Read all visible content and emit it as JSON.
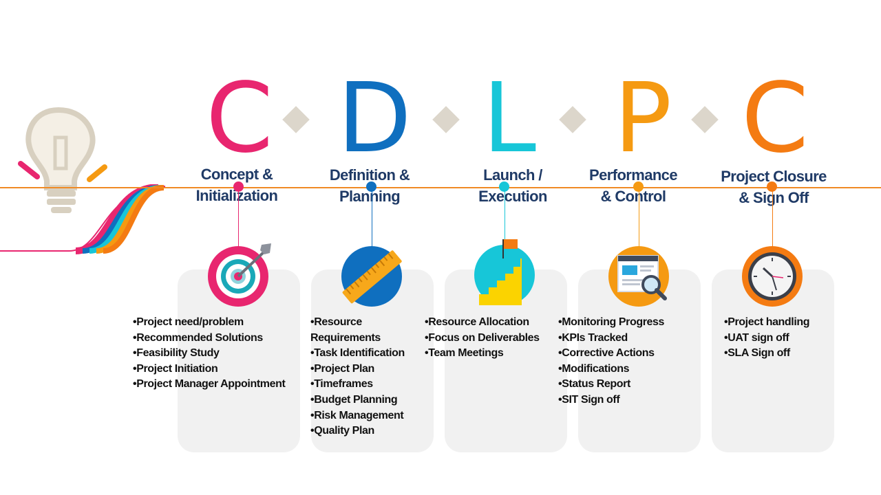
{
  "colors": {
    "magenta": "#e8266f",
    "blue": "#0f6fbf",
    "cyan": "#17c6d8",
    "orange": "#f59a12",
    "dark_orange": "#f47b12",
    "title_navy": "#1f3a66",
    "timeline": "#f08a24",
    "card_bg": "#f1f1f1",
    "diamond": "#dcd6cb"
  },
  "phases": [
    {
      "letter": "C",
      "title_line1": "Concept &",
      "title_line2": "Initialization",
      "icon": "target-icon",
      "bullets": [
        "•Project need/problem",
        "•Recommended Solutions",
        "•Feasibility Study",
        "•Project Initiation",
        "•Project Manager Appointment"
      ]
    },
    {
      "letter": "D",
      "title_line1": "Definition &",
      "title_line2": "Planning",
      "icon": "ruler-icon",
      "bullets": [
        "•Resource Requirements",
        "•Task Identification",
        "•Project Plan",
        "•Timeframes",
        "•Budget Planning",
        "•Risk Management",
        "•Quality Plan"
      ]
    },
    {
      "letter": "L",
      "title_line1": "Launch /",
      "title_line2": "Execution",
      "icon": "stairs-flag-icon",
      "bullets": [
        "•Resource Allocation",
        "•Focus on Deliverables",
        "•Team Meetings"
      ]
    },
    {
      "letter": "P",
      "title_line1": "Performance",
      "title_line2": "& Control",
      "icon": "monitor-magnifier-icon",
      "bullets": [
        "•Monitoring Progress",
        "•KPIs Tracked",
        "•Corrective Actions",
        "•Modifications",
        "•Status Report",
        "•SIT Sign off"
      ]
    },
    {
      "letter": "C",
      "title_line1": "Project Closure",
      "title_line2": "& Sign Off",
      "icon": "clock-icon",
      "bullets": [
        "•Project handling",
        "•UAT sign off",
        "•SLA Sign off"
      ]
    }
  ],
  "decor": {
    "lightbulb": "lightbulb-icon",
    "swoosh": "colored-swoosh"
  }
}
